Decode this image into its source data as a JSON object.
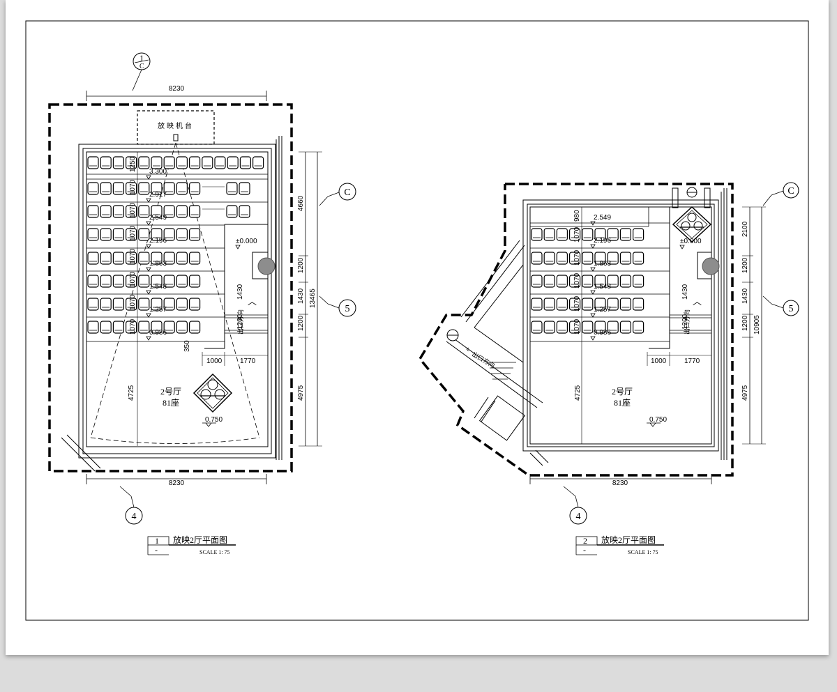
{
  "plan1": {
    "grid_top": "1",
    "grid_top_sub": "C",
    "grid_right_top": "C",
    "grid_right_mid": "5",
    "grid_bottom": "4",
    "dim_top": "8230",
    "dim_bottom": "8230",
    "projector": "放映机台",
    "hall": "2号厅",
    "seats": "81座",
    "levels": [
      "3.300",
      "2.917",
      "2.549",
      "2.196",
      "1.863",
      "1.548",
      "1.257",
      "0.986"
    ],
    "floor_level": "±0.000",
    "screen_level": "0.750",
    "row_dims": [
      "1250",
      "1070",
      "1070",
      "1070",
      "1070",
      "1070",
      "1070",
      "1070"
    ],
    "right_dims": [
      "4660",
      "1200",
      "1430",
      "1200",
      "4975"
    ],
    "total_dim": "13465",
    "side_dims": [
      "1430",
      "1200"
    ],
    "small_dim": "350",
    "left_dim": "4725",
    "bottom_dims": [
      "1000",
      "1770"
    ],
    "exit_text": "出口方向",
    "title_num": "1",
    "title_text": "放映2厅平面图",
    "title_dash": "-",
    "scale": "SCALE 1: 75"
  },
  "plan2": {
    "grid_right_top": "C",
    "grid_right_mid": "5",
    "grid_bottom": "4",
    "dim_bottom": "8230",
    "hall": "2号厅",
    "seats": "81座",
    "levels": [
      "2.549",
      "2.196",
      "1.863",
      "1.548",
      "1.257",
      "0.986"
    ],
    "floor_level": "±0.000",
    "screen_level": "0.750",
    "row_dims": [
      "980",
      "1070",
      "1070",
      "1070",
      "1070",
      "1070"
    ],
    "right_dims": [
      "2100",
      "1200",
      "1430",
      "1200",
      "4975"
    ],
    "total_dim": "10905",
    "side_dims": [
      "1430",
      "1200"
    ],
    "left_dim": "4725",
    "bottom_dims": [
      "1000",
      "1770"
    ],
    "exit_text": "出口方向",
    "stair_exit": "出口方向",
    "title_num": "2",
    "title_text": "放映2厅平面图",
    "title_dash": "-",
    "scale": "SCALE 1: 75"
  }
}
